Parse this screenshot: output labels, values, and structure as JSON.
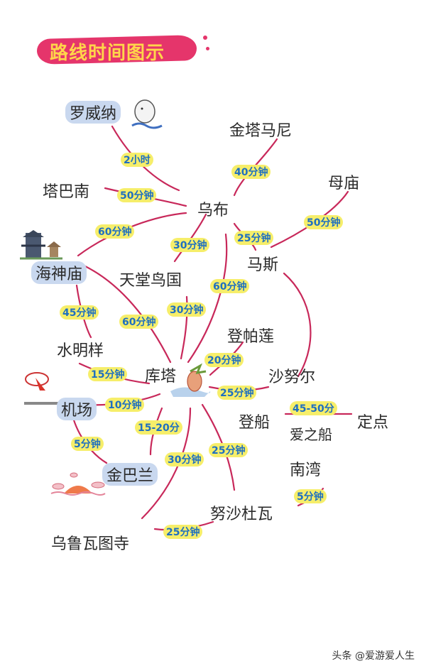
{
  "title": "路线时间图示",
  "colors": {
    "line": "#c8285a",
    "title_bg": "#e5356b",
    "title_text": "#ffd54a",
    "duration_text": "#1f6fc0",
    "duration_bg": "#f6ee6a",
    "place_highlight": "#c9d8ef"
  },
  "places": {
    "luoweina": "罗威纳",
    "jintamani": "金塔马尼",
    "tabanan": "塔巴南",
    "wubu": "乌布",
    "mumiao": "母庙",
    "haishenmiao": "海神庙",
    "tiantangniaoguo": "天堂鸟国",
    "masi": "马斯",
    "dengpalian": "登帕莲",
    "shuimingyang": "水明样",
    "kuta": "库塔",
    "shanuer": "沙努尔",
    "jichang": "机场",
    "dengchuan": "登船",
    "dingdian": "定点",
    "aizhichuan": "爱之船",
    "jinbalan": "金巴兰",
    "nanwan": "南湾",
    "nushaduwa": "努沙杜瓦",
    "wuluwatusi": "乌鲁瓦图寺"
  },
  "durations": {
    "luoweina_wubu": "2小时",
    "tabanan_wubu": "50分钟",
    "jintamani_wubu": "40分钟",
    "mumiao_masi": "50分钟",
    "haishenmiao_wubu": "60分钟",
    "tiantang_wubu": "30分钟",
    "wubu_masi": "25分钟",
    "wubu_kuta": "60分钟",
    "haishenmiao_shuiming": "45分钟",
    "haishenmiao_kuta": "60分钟",
    "tiantang_kuta": "30分钟",
    "dengpalian_kuta": "20分钟",
    "shuiming_kuta": "15分钟",
    "kuta_shanuer": "25分钟",
    "jichang_kuta": "10分钟",
    "dengchuan_dingdian": "45-50分",
    "kuta_jinbalan": "15-20分",
    "jichang_jinbalan": "5分钟",
    "kuta_wuluwatu": "30分钟",
    "kuta_nusha": "25分钟",
    "nusha_nanwan": "5分钟",
    "wuluwatu_nusha": "25分钟"
  },
  "watermark": "头条 @爱游爱人生"
}
